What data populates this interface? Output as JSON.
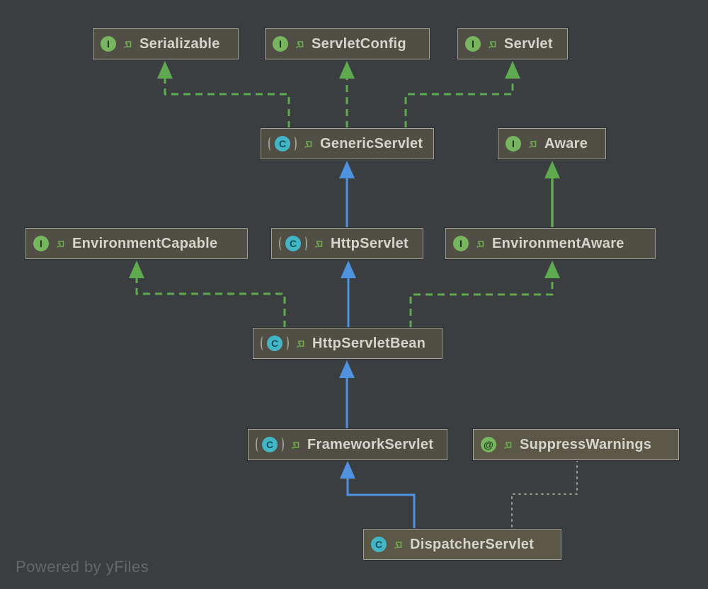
{
  "diagram": {
    "kind": "uml-class-hierarchy",
    "watermark": "Powered by yFiles"
  },
  "colors": {
    "background": "#3b3e41",
    "node_fill": "#514e45",
    "node_border": "#a3a29b",
    "node_text": "#d6d4cc",
    "interface_edge_green": "#5fa94e",
    "class_edge_blue": "#4f93e0",
    "annotation_edge_gray": "#9c9d8b",
    "interface_badge": "#77b55e",
    "class_badge": "#43b6c6"
  },
  "icons": {
    "interface": {
      "letter": "I",
      "name": "interface-icon"
    },
    "class": {
      "letter": "C",
      "name": "class-icon"
    },
    "abstract_class": {
      "letter": "C",
      "name": "abstract-class-icon"
    },
    "annotation": {
      "letter": "@",
      "name": "annotation-icon"
    },
    "key": {
      "name": "key-icon"
    }
  },
  "nodes": [
    {
      "label": "Serializable",
      "kind": "interface"
    },
    {
      "label": "ServletConfig",
      "kind": "interface"
    },
    {
      "label": "Servlet",
      "kind": "interface"
    },
    {
      "label": "GenericServlet",
      "kind": "abstract_class"
    },
    {
      "label": "Aware",
      "kind": "interface"
    },
    {
      "label": "EnvironmentCapable",
      "kind": "interface"
    },
    {
      "label": "HttpServlet",
      "kind": "abstract_class"
    },
    {
      "label": "EnvironmentAware",
      "kind": "interface"
    },
    {
      "label": "HttpServletBean",
      "kind": "abstract_class"
    },
    {
      "label": "FrameworkServlet",
      "kind": "abstract_class"
    },
    {
      "label": "SuppressWarnings",
      "kind": "annotation"
    },
    {
      "label": "DispatcherServlet",
      "kind": "class"
    }
  ],
  "edges": [
    {
      "from": "GenericServlet",
      "to": "Serializable",
      "relation": "implements"
    },
    {
      "from": "GenericServlet",
      "to": "ServletConfig",
      "relation": "implements"
    },
    {
      "from": "GenericServlet",
      "to": "Servlet",
      "relation": "implements"
    },
    {
      "from": "EnvironmentAware",
      "to": "Aware",
      "relation": "extends-interface"
    },
    {
      "from": "HttpServlet",
      "to": "GenericServlet",
      "relation": "extends"
    },
    {
      "from": "HttpServletBean",
      "to": "HttpServlet",
      "relation": "extends"
    },
    {
      "from": "HttpServletBean",
      "to": "EnvironmentCapable",
      "relation": "implements"
    },
    {
      "from": "HttpServletBean",
      "to": "EnvironmentAware",
      "relation": "implements"
    },
    {
      "from": "FrameworkServlet",
      "to": "HttpServletBean",
      "relation": "extends"
    },
    {
      "from": "DispatcherServlet",
      "to": "FrameworkServlet",
      "relation": "extends"
    },
    {
      "from": "DispatcherServlet",
      "to": "SuppressWarnings",
      "relation": "annotation"
    }
  ]
}
